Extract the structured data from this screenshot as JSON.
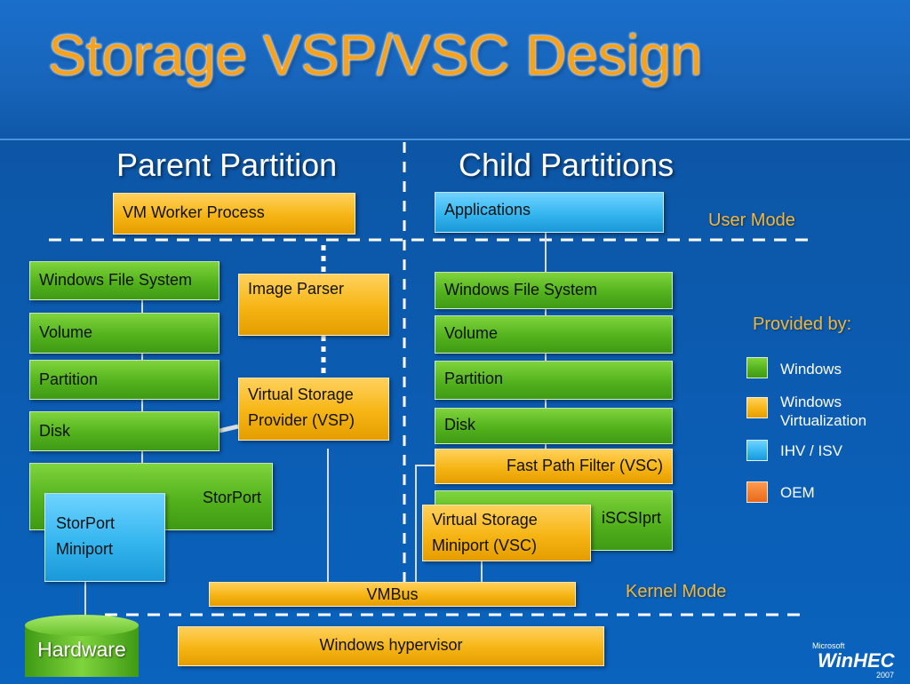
{
  "title": "Storage VSP/VSC Design",
  "headings": {
    "parent": "Parent Partition",
    "child": "Child Partitions"
  },
  "modes": {
    "user": "User Mode",
    "kernel": "Kernel Mode"
  },
  "parent": {
    "vm_worker": "VM Worker Process",
    "wfs": "Windows File System",
    "image_parser": "Image Parser",
    "volume": "Volume",
    "partition": "Partition",
    "vsp": "Virtual Storage Provider (VSP)",
    "disk": "Disk",
    "storport": "StorPort",
    "storport_miniport": "StorPort Miniport"
  },
  "child": {
    "applications": "Applications",
    "wfs": "Windows File System",
    "volume": "Volume",
    "partition": "Partition",
    "disk": "Disk",
    "fast_path": "Fast Path Filter (VSC)",
    "iscsi": "iSCSIprt",
    "vsc": "Virtual Storage Miniport (VSC)"
  },
  "vmbus": "VMBus",
  "hypervisor": "Windows hypervisor",
  "hardware": "Hardware",
  "legend": {
    "title": "Provided by:",
    "items": [
      {
        "label": "Windows",
        "color": "#53b21d"
      },
      {
        "label": "Windows Virtualization",
        "color": "#f6b514"
      },
      {
        "label": "IHV / ISV",
        "color": "#35b6ef"
      },
      {
        "label": "OEM",
        "color": "#e8691a"
      }
    ]
  },
  "logo": {
    "small": "Microsoft",
    "main": "WinHEC",
    "year": "2007"
  },
  "colors": {
    "title": "#f6a21c",
    "windows": "#53b21d",
    "virtualization": "#f6b514",
    "ihv": "#35b6ef",
    "oem": "#e8691a"
  }
}
